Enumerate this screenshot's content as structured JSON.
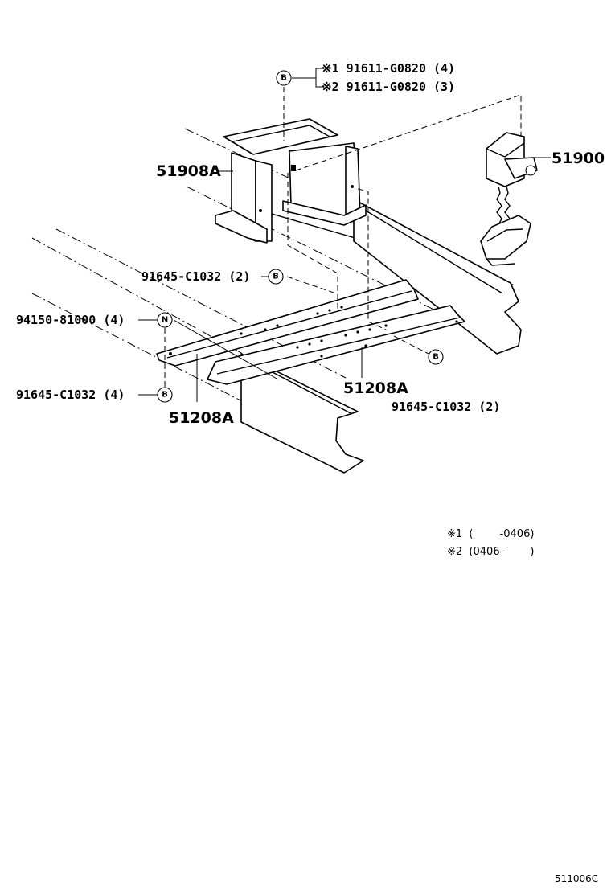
{
  "parts": {
    "p51908a": "51908A",
    "p51900": "51900",
    "p51208a_right": "51208A",
    "p51208a_left": "51208A"
  },
  "callouts": {
    "bolt_top_line1": "※1  91611-G0820 (4)",
    "bolt_top_line2": "※2  91611-G0820 (3)",
    "bolt_mid_left": "91645-C1032 (2)",
    "nut_left": "94150-81000 (4)",
    "bolt_low_left": "91645-C1032 (4)",
    "bolt_low_right": "91645-C1032 (2)"
  },
  "symbols": {
    "bolt": "B",
    "nut": "N"
  },
  "notes": {
    "note1": "※1  (        -0406)",
    "note2": "※2  (0406-        )"
  },
  "diagram_code": "511006C"
}
